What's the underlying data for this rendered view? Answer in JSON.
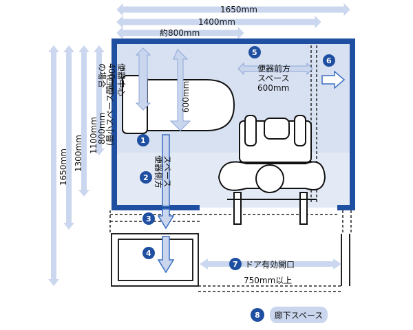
{
  "dimensions": {
    "width_total": "1650mm",
    "width_inner": "1400mm",
    "width_approx": "約800mm",
    "height_total": "1650mm",
    "height_1300": "1300mm",
    "height_1100": "1100mm",
    "min_space_opening": "800mm\n(最小スペース間口)",
    "center_400": "便器中心\n400mm\nの場合",
    "toilet_600": "600mm"
  },
  "labels": {
    "n1": "1",
    "n2": "2",
    "n3": "3",
    "n4": "4",
    "n5": "5",
    "n6": "6",
    "n7": "7",
    "n8": "8",
    "side_space": "便器側方\nスペース",
    "front_space": "便器前方\nスペース\n600mm",
    "door_opening": "ドア有効開口",
    "door_min": "750mm以上",
    "corridor": "廊下スペース"
  },
  "colors": {
    "wall": "#1f4fa0",
    "room_fill": "#d7e1f2",
    "arrow_fill": "#c9d6ee",
    "badge": "#1f4fa0",
    "dim_line": "#cbd7ee"
  }
}
